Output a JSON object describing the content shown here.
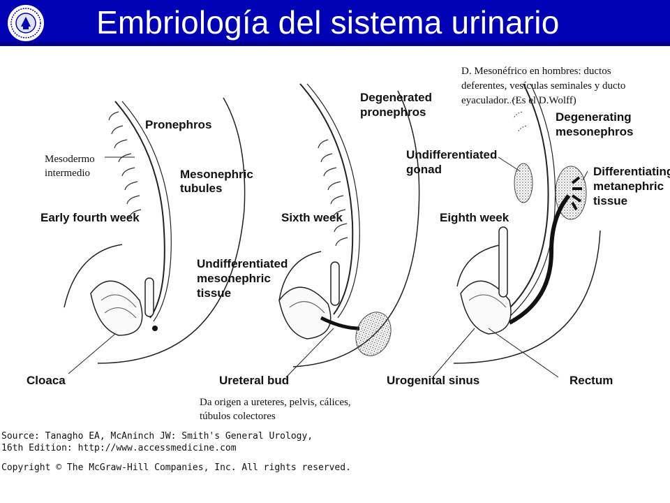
{
  "header": {
    "title": "Embriología del sistema urinario",
    "logo_icon": "university-seal-icon",
    "background_color": "#0000b4"
  },
  "figure": {
    "panels": [
      {
        "stage": "Early fourth week"
      },
      {
        "stage": "Sixth week"
      },
      {
        "stage": "Eighth week"
      }
    ],
    "labels": {
      "pronephros": "Pronephros",
      "mesonephric_tubules_1": "Mesonephric",
      "mesonephric_tubules_2": "tubules",
      "undiff_meso_1": "Undifferentiated",
      "undiff_meso_2": "mesonephric",
      "undiff_meso_3": "tissue",
      "cloaca": "Cloaca",
      "degenerated_1": "Degenerated",
      "degenerated_2": "pronephros",
      "ureteral_bud": "Ureteral bud",
      "undiff_gonad_1": "Undifferentiated",
      "undiff_gonad_2": "gonad",
      "degenerating_1": "Degenerating",
      "degenerating_2": "mesonephros",
      "metanephric_1": "Differentiating",
      "metanephric_2": "metanephric",
      "metanephric_3": "tissue",
      "urogenital_sinus": "Urogenital sinus",
      "rectum": "Rectum"
    },
    "annotations": {
      "mesodermo_1": "Mesodermo",
      "mesodermo_2": "intermedio",
      "mesonefrico_1": "D. Mesonéfrico  en hombres: ductos",
      "mesonefrico_2": "deferentes, vesículas seminales y ducto",
      "mesonefrico_3": "eyaculador. (Es el D.Wolff)",
      "ureteres_1": "Da origen a ureteres, pelvis, cálices,",
      "ureteres_2": "túbulos colectores"
    }
  },
  "source": {
    "line1": "Source: Tanagho EA, McAninch JW: Smith's General Urology,",
    "line2": "16th Edition: http://www.accessmedicine.com",
    "copyright": "Copyright © The McGraw-Hill Companies, Inc. All rights reserved."
  }
}
